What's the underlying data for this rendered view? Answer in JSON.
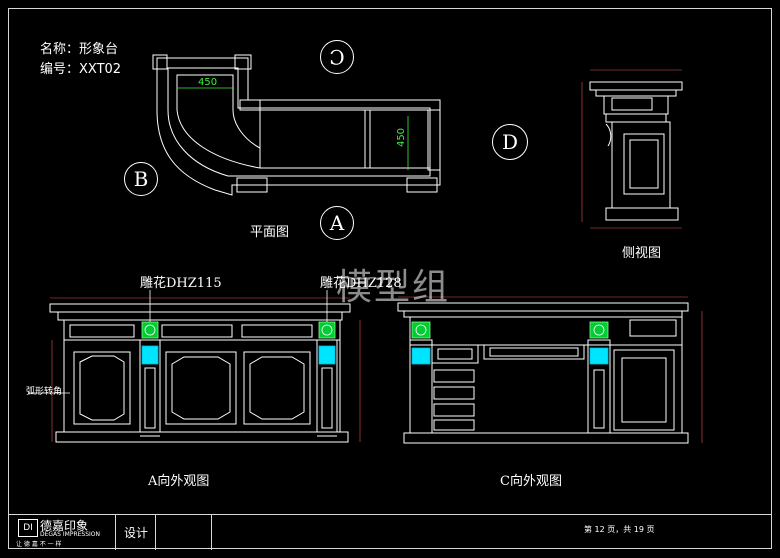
{
  "header": {
    "name_label": "名称：形象台",
    "code_label": "编号：XXT02"
  },
  "plan": {
    "title": "平面图",
    "dim_top": "450",
    "dim_right": "450"
  },
  "markers": {
    "a": "A",
    "b": "B",
    "c": "C",
    "d": "D"
  },
  "side_view": {
    "title": "侧视图"
  },
  "elevation_a": {
    "title": "A向外观图",
    "callout_left": "雕花DHZ115",
    "callout_right": "雕花DHZ128",
    "side_note": "弧形转角"
  },
  "elevation_c": {
    "title": "C向外观图"
  },
  "watermark": "模型组",
  "title_block": {
    "company_cn": "德嘉印象",
    "company_en": "DEGAS IMPRESSION",
    "slogan": "让 德 嘉 不 一 样",
    "design_label": "设计",
    "page_info": "第 12 页，共 19 页"
  },
  "colors": {
    "background": "#000000",
    "line": "#ffffff",
    "dimension": "#3df03d",
    "carving": "#00e5ff",
    "rosette": "#22cc22"
  }
}
